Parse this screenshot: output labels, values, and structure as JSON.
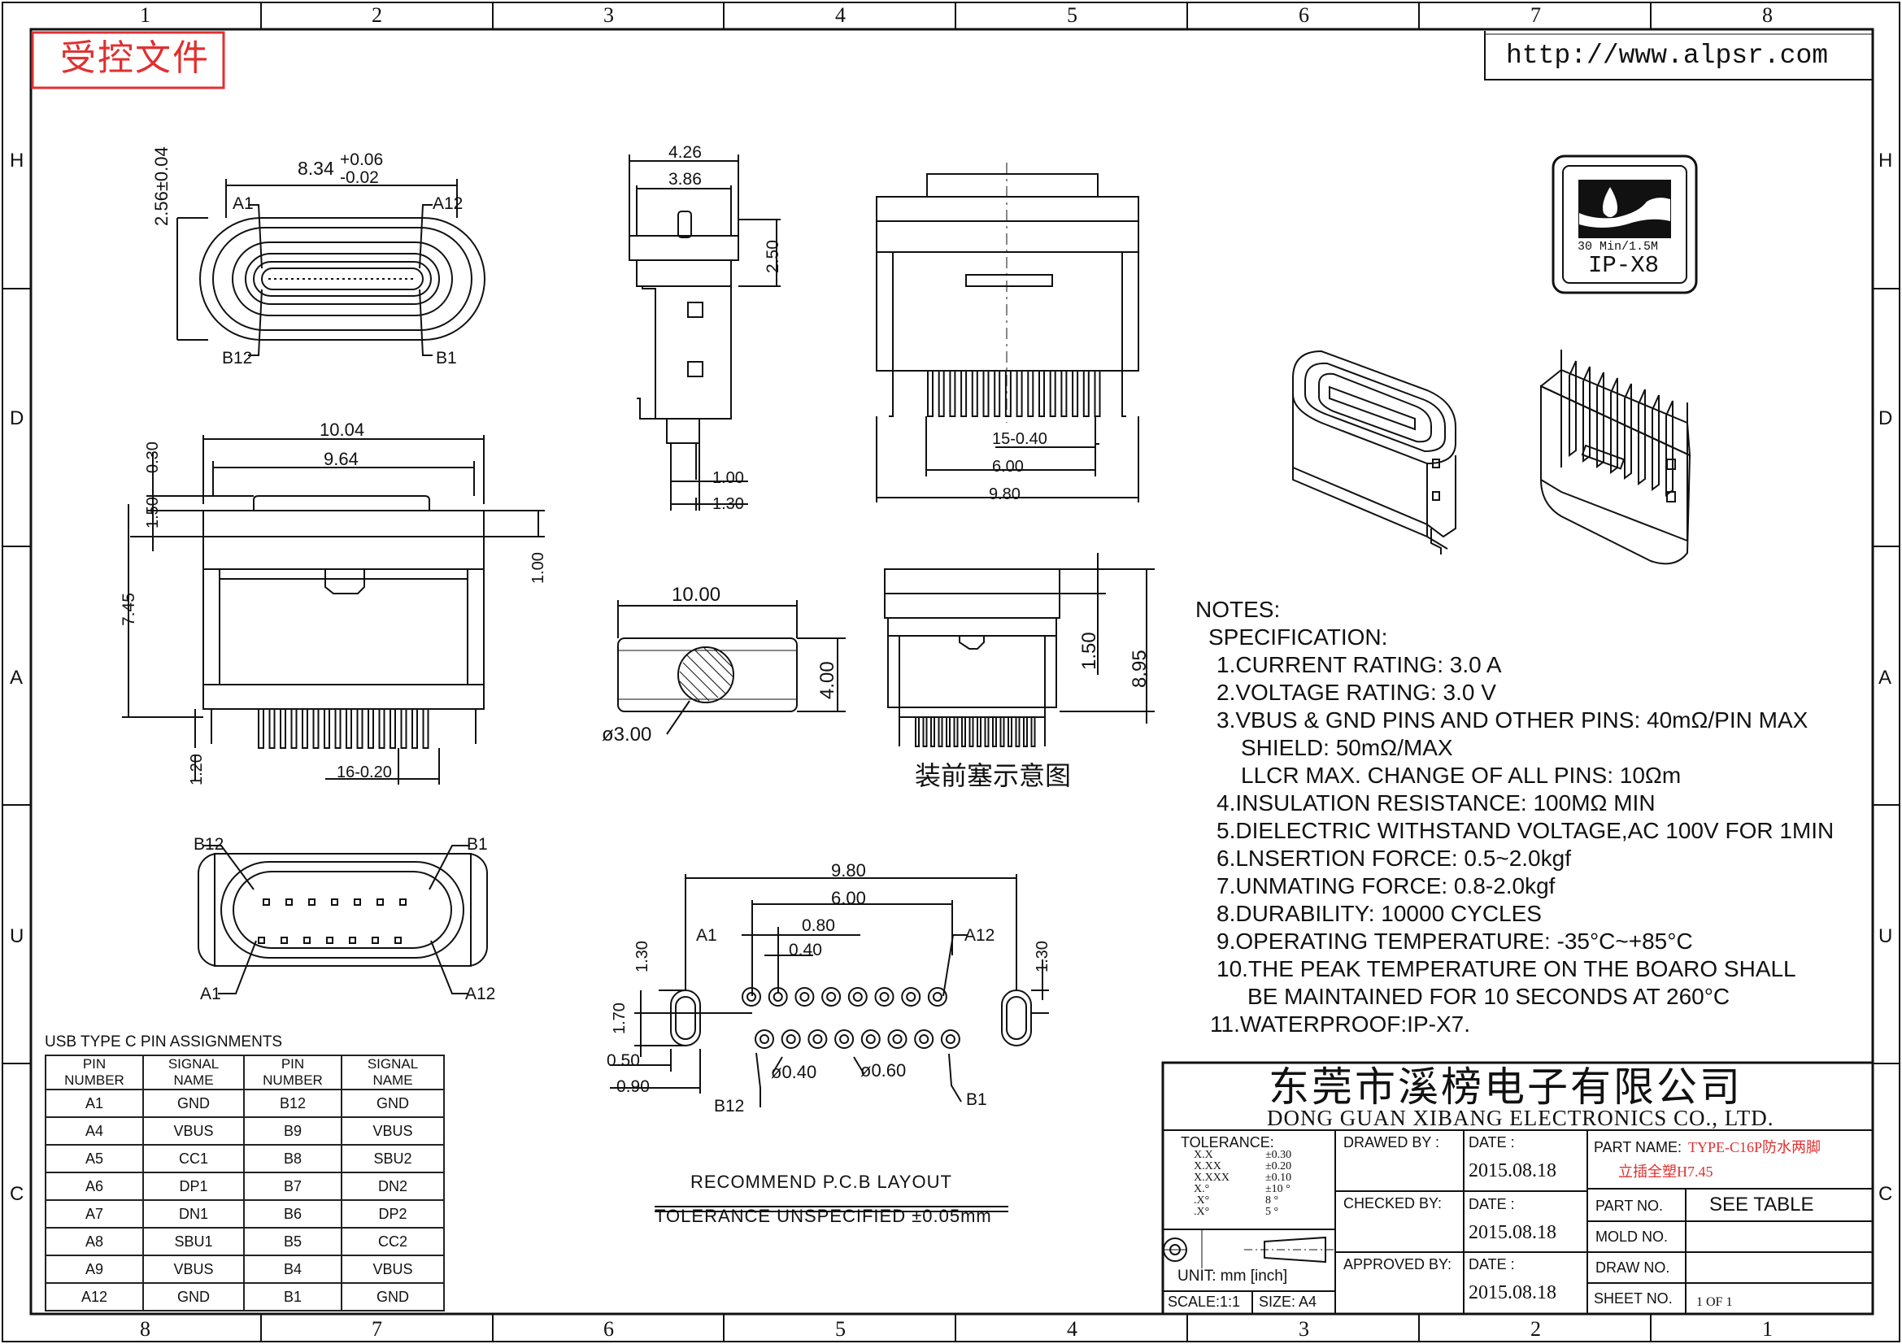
{
  "frame": {
    "columns_top": [
      "1",
      "2",
      "3",
      "4",
      "5",
      "6",
      "7",
      "8"
    ],
    "columns_bottom": [
      "8",
      "7",
      "6",
      "5",
      "4",
      "3",
      "2",
      "1"
    ],
    "rows_left": [
      "H",
      "D",
      "A",
      "U",
      "C"
    ],
    "rows_right": [
      "H",
      "D",
      "A",
      "U",
      "C"
    ]
  },
  "stamp": "受控文件",
  "website": "http://www.alpsr.com",
  "ip_badge": {
    "line1": "30 Min/1.5M",
    "line2": "IP-X8"
  },
  "dims": {
    "top_w": "8.34",
    "top_tol_up": "+0.06",
    "top_tol_dn": "-0.02",
    "top_h": "2.56±0.04",
    "a1": "A1",
    "a12": "A12",
    "b12": "B12",
    "b1": "B1",
    "side_426": "4.26",
    "side_386": "3.86",
    "side_250": "2.50",
    "side_100": "1.00",
    "side_130": "1.30",
    "back_15_040": "15-0.40",
    "back_600": "6.00",
    "back_980": "9.80",
    "front_1004": "10.04",
    "front_964": "9.64",
    "front_030": "0.30",
    "front_150": "1.50",
    "front_745": "7.45",
    "front_100": "1.00",
    "front_120": "1.20",
    "front_16_020": "16-0.20",
    "plug_1000": "10.00",
    "plug_400": "4.00",
    "plug_300": "ø3.00",
    "ins_150": "1.50",
    "ins_895": "8.95",
    "ins_caption": "装前塞示意图",
    "pcb_980": "9.80",
    "pcb_600": "6.00",
    "pcb_080": "0.80",
    "pcb_040": "0.40",
    "pcb_130a": "1.30",
    "pcb_130b": "1.30",
    "pcb_170": "1.70",
    "pcb_050": "0.50",
    "pcb_090": "0.90",
    "pcb_d040": "ø0.40",
    "pcb_d060": "ø0.60",
    "pcb_title": "RECOMMEND P.C.B LAYOUT",
    "pcb_tol": "TOLERANCE UNSPECIFIED ±0.05mm"
  },
  "notes": {
    "title": "NOTES:",
    "spec": "SPECIFICATION:",
    "lines": [
      "1.CURRENT RATING: 3.0 A",
      "2.VOLTAGE RATING: 3.0 V",
      "3.VBUS & GND PINS AND OTHER PINS: 40mΩ/PIN MAX",
      "SHIELD: 50mΩ/MAX",
      "LLCR MAX. CHANGE OF ALL PINS: 10Ωm",
      "4.INSULATION RESISTANCE:  100MΩ MIN",
      "5.DIELECTRIC WITHSTAND VOLTAGE,AC 100V FOR 1MIN",
      "6.LNSERTION FORCE: 0.5~2.0kgf",
      "7.UNMATING FORCE: 0.8-2.0kgf",
      "8.DURABILITY: 10000 CYCLES",
      "9.OPERATING TEMPERATURE: -35°C~+85°C",
      "10.THE PEAK TEMPERATURE ON THE BOARO SHALL",
      "BE MAINTAINED FOR 10 SECONDS AT 260°C",
      "11.WATERPROOF:IP-X7."
    ]
  },
  "pin_table": {
    "caption": "USB TYPE C PIN ASSIGNMENTS",
    "headers": [
      "PIN NUMBER",
      "SIGNAL NAME",
      "PIN NUMBER",
      "SIGNAL NAME"
    ],
    "rows": [
      [
        "A1",
        "GND",
        "B12",
        "GND"
      ],
      [
        "A4",
        "VBUS",
        "B9",
        "VBUS"
      ],
      [
        "A5",
        "CC1",
        "B8",
        "SBU2"
      ],
      [
        "A6",
        "DP1",
        "B7",
        "DN2"
      ],
      [
        "A7",
        "DN1",
        "B6",
        "DP2"
      ],
      [
        "A8",
        "SBU1",
        "B5",
        "CC2"
      ],
      [
        "A9",
        "VBUS",
        "B4",
        "VBUS"
      ],
      [
        "A12",
        "GND",
        "B1",
        "GND"
      ]
    ]
  },
  "title_block": {
    "company_cn": "东莞市溪榜电子有限公司",
    "company_en": "DONG GUAN XIBANG ELECTRONICS CO., LTD.",
    "tolerance_label": "TOLERANCE:",
    "tol_rows": [
      {
        "k": "X.X",
        "v": "±0.30"
      },
      {
        "k": "X.XX",
        "v": "±0.20"
      },
      {
        "k": "X.XXX",
        "v": "±0.10"
      },
      {
        "k": "X.°",
        "v": "±10 °"
      },
      {
        "k": ".X°",
        "v": "8 °"
      },
      {
        "k": ".X°",
        "v": "5 °"
      }
    ],
    "unit": "UNIT:  mm  [inch]",
    "scale": "SCALE:1:1",
    "size": "SIZE:  A4",
    "drawn_by": "DRAWED BY :",
    "checked_by": "CHECKED BY:",
    "approved_by": "APPROVED BY:",
    "date_label": "DATE :",
    "date1": "2015.08.18",
    "date2": "2015.08.18",
    "date3": "2015.08.18",
    "part_name_label": "PART NAME:",
    "part_name_val1": "TYPE-C16P防水两脚",
    "part_name_val2": "立插全塑H7.45",
    "part_no_label": "PART NO.",
    "part_no_val": "SEE TABLE",
    "mold_no_label": "MOLD NO.",
    "draw_no_label": "DRAW NO.",
    "sheet_no_label": "SHEET NO.",
    "sheet_no_val": "1 OF 1"
  },
  "colors": {
    "line": "#111111",
    "stamp": "#e03030",
    "part_name": "#e03030"
  }
}
